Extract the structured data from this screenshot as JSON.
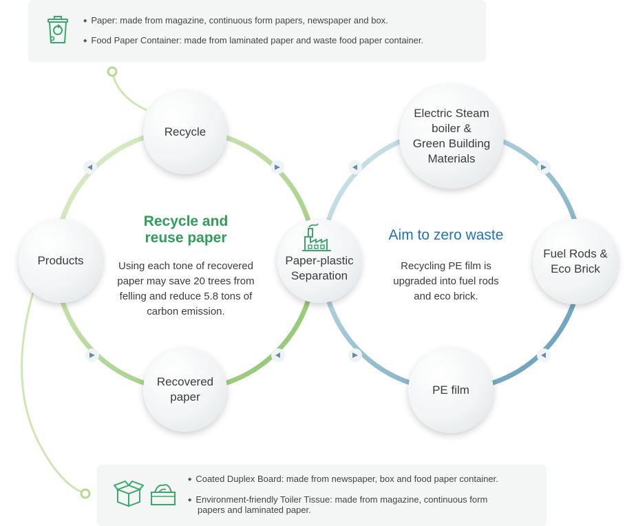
{
  "top_box": {
    "icon": "recycle-bin-icon",
    "lines": [
      "Paper: made from magazine, continuous form papers, newspaper and box.",
      "Food Paper Container: made from laminated paper and waste food paper container."
    ]
  },
  "bottom_box": {
    "icons": [
      "cardboard-box-icon",
      "tissue-box-icon"
    ],
    "line1": "Coated Duplex Board: made from newspaper, box and food paper container.",
    "line2a": "Environment-friendly Toiler Tissue: made from magazine, continuous form",
    "line2b": "papers and  laminated paper."
  },
  "left_cycle": {
    "title_line1": "Recycle and",
    "title_line2": "reuse paper",
    "desc": [
      "Using each tone of recovered",
      "paper may save 20 trees from",
      "felling and reduce 5.8 tons of",
      "carbon emission."
    ],
    "nodes": {
      "recycle": "Recycle",
      "products": "Products",
      "recovered_line1": "Recovered",
      "recovered_line2": "paper"
    }
  },
  "center_node": {
    "icon": "factory-icon",
    "line1": "Paper-plastic",
    "line2": "Separation"
  },
  "right_cycle": {
    "title": "Aim to zero waste",
    "desc": [
      "Recycling PE film is",
      "upgraded into fuel rods",
      "and eco brick."
    ],
    "nodes": {
      "steam": [
        "Electric Steam",
        "boiler &",
        "Green Building",
        "Materials"
      ],
      "fuel": [
        "Fuel Rods &",
        "Eco Brick"
      ],
      "pe": "PE film"
    }
  },
  "colors": {
    "green_light": "#cfe5b4",
    "green_dark": "#8cc46a",
    "blue_light": "#c8e2e6",
    "blue_dark": "#6fa3ba",
    "green_title": "#2f9e58",
    "blue_title": "#1f72bb"
  }
}
